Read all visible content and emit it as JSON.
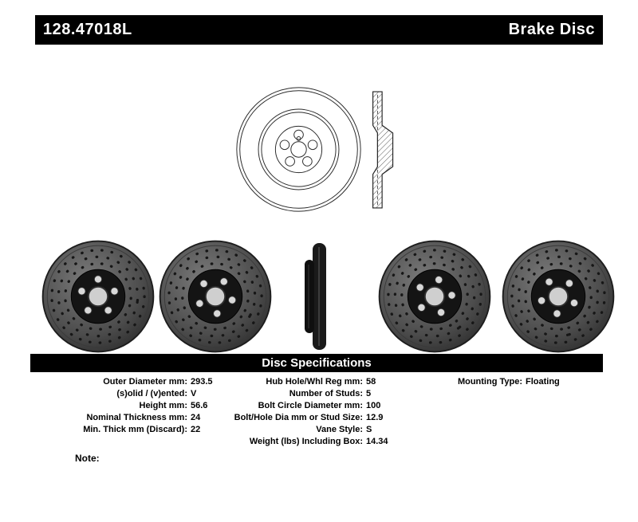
{
  "header": {
    "part_number": "128.47018L",
    "product_type": "Brake Disc"
  },
  "specs_header": "Disc Specifications",
  "specs": {
    "left": [
      {
        "label": "Outer Diameter mm:",
        "value": "293.5"
      },
      {
        "label": "(s)olid / (v)ented:",
        "value": "V"
      },
      {
        "label": "Height mm:",
        "value": "56.6"
      },
      {
        "label": "Nominal Thickness mm:",
        "value": "24"
      },
      {
        "label": "Min. Thick mm (Discard):",
        "value": "22"
      }
    ],
    "middle": [
      {
        "label": "Hub Hole/Whl Reg mm:",
        "value": "58"
      },
      {
        "label": "Number of Studs:",
        "value": "5"
      },
      {
        "label": "Bolt Circle Diameter mm:",
        "value": "100"
      },
      {
        "label": "Bolt/Hole Dia mm or Stud Size:",
        "value": "12.9"
      },
      {
        "label": "Vane Style:",
        "value": "S"
      },
      {
        "label": "Weight (lbs) Including Box:",
        "value": "14.34"
      }
    ],
    "right": [
      {
        "label": "Mounting Type:",
        "value": "Floating"
      }
    ]
  },
  "note_label": "Note:",
  "colors": {
    "bar_bg": "#000000",
    "bar_text": "#ffffff",
    "rotor_face": "#4d4d4d",
    "rotor_hat": "#141414"
  },
  "figures": {
    "drawings": [
      "brake-disc-front-view-drawing",
      "brake-disc-cross-section-drawing"
    ],
    "photos": [
      "drilled-rotor-photo-1",
      "drilled-rotor-photo-2",
      "rotor-edge-view-photo",
      "drilled-rotor-photo-3",
      "drilled-rotor-photo-4"
    ]
  }
}
